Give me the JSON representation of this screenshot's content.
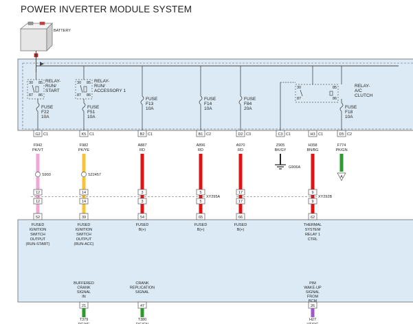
{
  "title": "POWER INVERTER MODULE SYSTEM",
  "battery": {
    "label": "BATTERY"
  },
  "relays": [
    {
      "label": [
        "RELAY-",
        "RUN/",
        "START"
      ],
      "pins": [
        "30",
        "87",
        "85",
        "86"
      ]
    },
    {
      "label": [
        "RELAY-",
        "RUN/",
        "ACCESSORY 1"
      ],
      "pins": [
        "30",
        "87",
        "85",
        "86"
      ]
    },
    {
      "label": [
        "RELAY-",
        "A/C",
        "CLUTCH"
      ],
      "pins": [
        "30",
        "87",
        "85",
        "86"
      ]
    }
  ],
  "fuses": [
    {
      "label": [
        "FUSE",
        "F22",
        "10A"
      ]
    },
    {
      "label": [
        "FUSE",
        "F51",
        "10A"
      ]
    },
    {
      "label": [
        "FUSE",
        "F13",
        "10A"
      ]
    },
    {
      "label": [
        "FUSE",
        "F14",
        "10A"
      ]
    },
    {
      "label": [
        "FUSE",
        "F84",
        "20A"
      ]
    },
    {
      "label": [
        "FUSE",
        "F18",
        "10A"
      ]
    }
  ],
  "top_connectors": [
    {
      "pin": "G2",
      "conn": "C1"
    },
    {
      "pin": "K5",
      "conn": "C1"
    },
    {
      "pin": "B2",
      "conn": "C1"
    },
    {
      "pin": "B1",
      "conn": "C2"
    },
    {
      "pin": "D2",
      "conn": "C3"
    },
    {
      "pin": "C3",
      "conn": "C1"
    },
    {
      "pin": "H3",
      "conn": "C1"
    },
    {
      "pin": "D5",
      "conn": "C2"
    }
  ],
  "wires": [
    {
      "circuit": "F942",
      "color": "PK/VT",
      "hex": "#f0a8d8"
    },
    {
      "circuit": "F982",
      "color": "PK/YE",
      "hex": "#f5c43a"
    },
    {
      "circuit": "A887",
      "color": "RD",
      "hex": "#e01414"
    },
    {
      "circuit": "A896",
      "color": "RD",
      "hex": "#e01414"
    },
    {
      "circuit": "A970",
      "color": "RD",
      "hex": "#e01414"
    },
    {
      "circuit": "Z905",
      "color": "BK/GY",
      "hex": "#222222"
    },
    {
      "circuit": "H358",
      "color": "BN/BG",
      "hex": "#e01414"
    },
    {
      "circuit": "F774",
      "color": "PK/GN",
      "hex": "#2e9a2e"
    }
  ],
  "ground": {
    "label": "G906A"
  },
  "splices": [
    {
      "label": "S903"
    },
    {
      "label": "S22457"
    }
  ],
  "inline_connectors": [
    {
      "upper": "12",
      "lower": "12"
    },
    {
      "upper": "14",
      "lower": "14"
    },
    {
      "upper": "3",
      "lower": "3"
    },
    {
      "upper": "5",
      "lower": "5"
    },
    {
      "upper": "17",
      "lower": "17"
    },
    {
      "upper": "9",
      "lower": "9"
    }
  ],
  "inline_labels": {
    "first": "XY295A",
    "second": "XY292B"
  },
  "module_pins": [
    "52",
    "39",
    "54",
    "65",
    "66",
    "62"
  ],
  "module_functions": [
    [
      "FUSED",
      "IGNITION",
      "SWITCH",
      "OUTPUT",
      "(RUN-START)"
    ],
    [
      "FUSED",
      "IGNITION",
      "SWITCH",
      "OUTPUT",
      "(RUN-ACC)"
    ],
    [
      "FUSED",
      "B(+)"
    ],
    [
      "FUSED",
      "B(+)"
    ],
    [
      "FUSED",
      "B(+)"
    ],
    [
      "THERMAL",
      "SYSTEM",
      "RELAY 1",
      "CTRL"
    ]
  ],
  "bottom_functions": [
    [
      "BUFFERED",
      "CRANK",
      "SIGNAL",
      "IN"
    ],
    [
      "CRANK",
      "REPLICATION",
      "SIGNAL"
    ],
    [
      "PIM",
      "WAKE-UP",
      "SIGNAL",
      "FROM",
      "BCM"
    ]
  ],
  "bottom_pins": [
    "21",
    "47",
    "26"
  ],
  "bottom_wires": [
    {
      "circuit": "T379",
      "color": "DG/YE",
      "hex": "#2e9a2e"
    },
    {
      "circuit": "T380",
      "color": "DG/GN",
      "hex": "#2e9a2e"
    },
    {
      "circuit": "H27",
      "color": "VT/OG",
      "hex": "#9b5ac8"
    }
  ]
}
